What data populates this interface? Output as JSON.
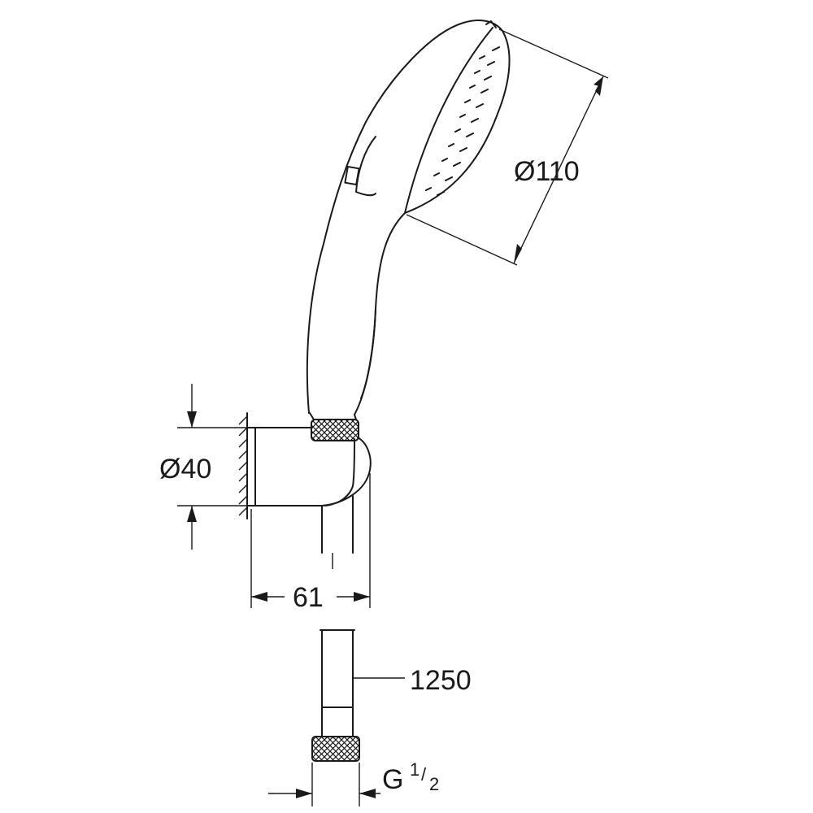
{
  "dimensions": {
    "spray_face_diameter": "Ø110",
    "holder_diameter": "Ø40",
    "holder_depth": "61",
    "hose_length": "1250",
    "thread": {
      "base": "G",
      "numerator": "1",
      "slash": "/",
      "denominator": "2"
    }
  },
  "colors": {
    "line": "#1a1a1a",
    "background": "#ffffff"
  }
}
